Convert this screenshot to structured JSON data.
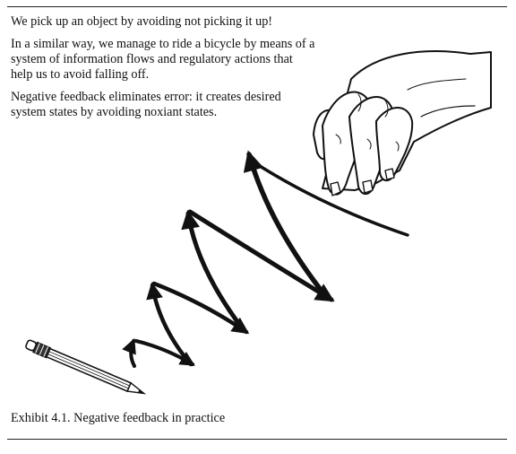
{
  "text": {
    "heading": "We pick up an object by avoiding not picking it up!",
    "para1": [
      "In a similar way, we manage to ride a bicycle by means of a",
      "system of information flows and regulatory actions that",
      "help us to avoid falling off."
    ],
    "para2": [
      "Negative feedback eliminates error: it creates desired",
      "system states by avoiding noxiant states."
    ]
  },
  "caption": "Exhibit 4.1. Negative feedback in practice",
  "illustration": {
    "elements": [
      "hand-illustration",
      "pencil-illustration",
      "zigzag-feedback-arrows"
    ],
    "ink_color": "#111111"
  }
}
